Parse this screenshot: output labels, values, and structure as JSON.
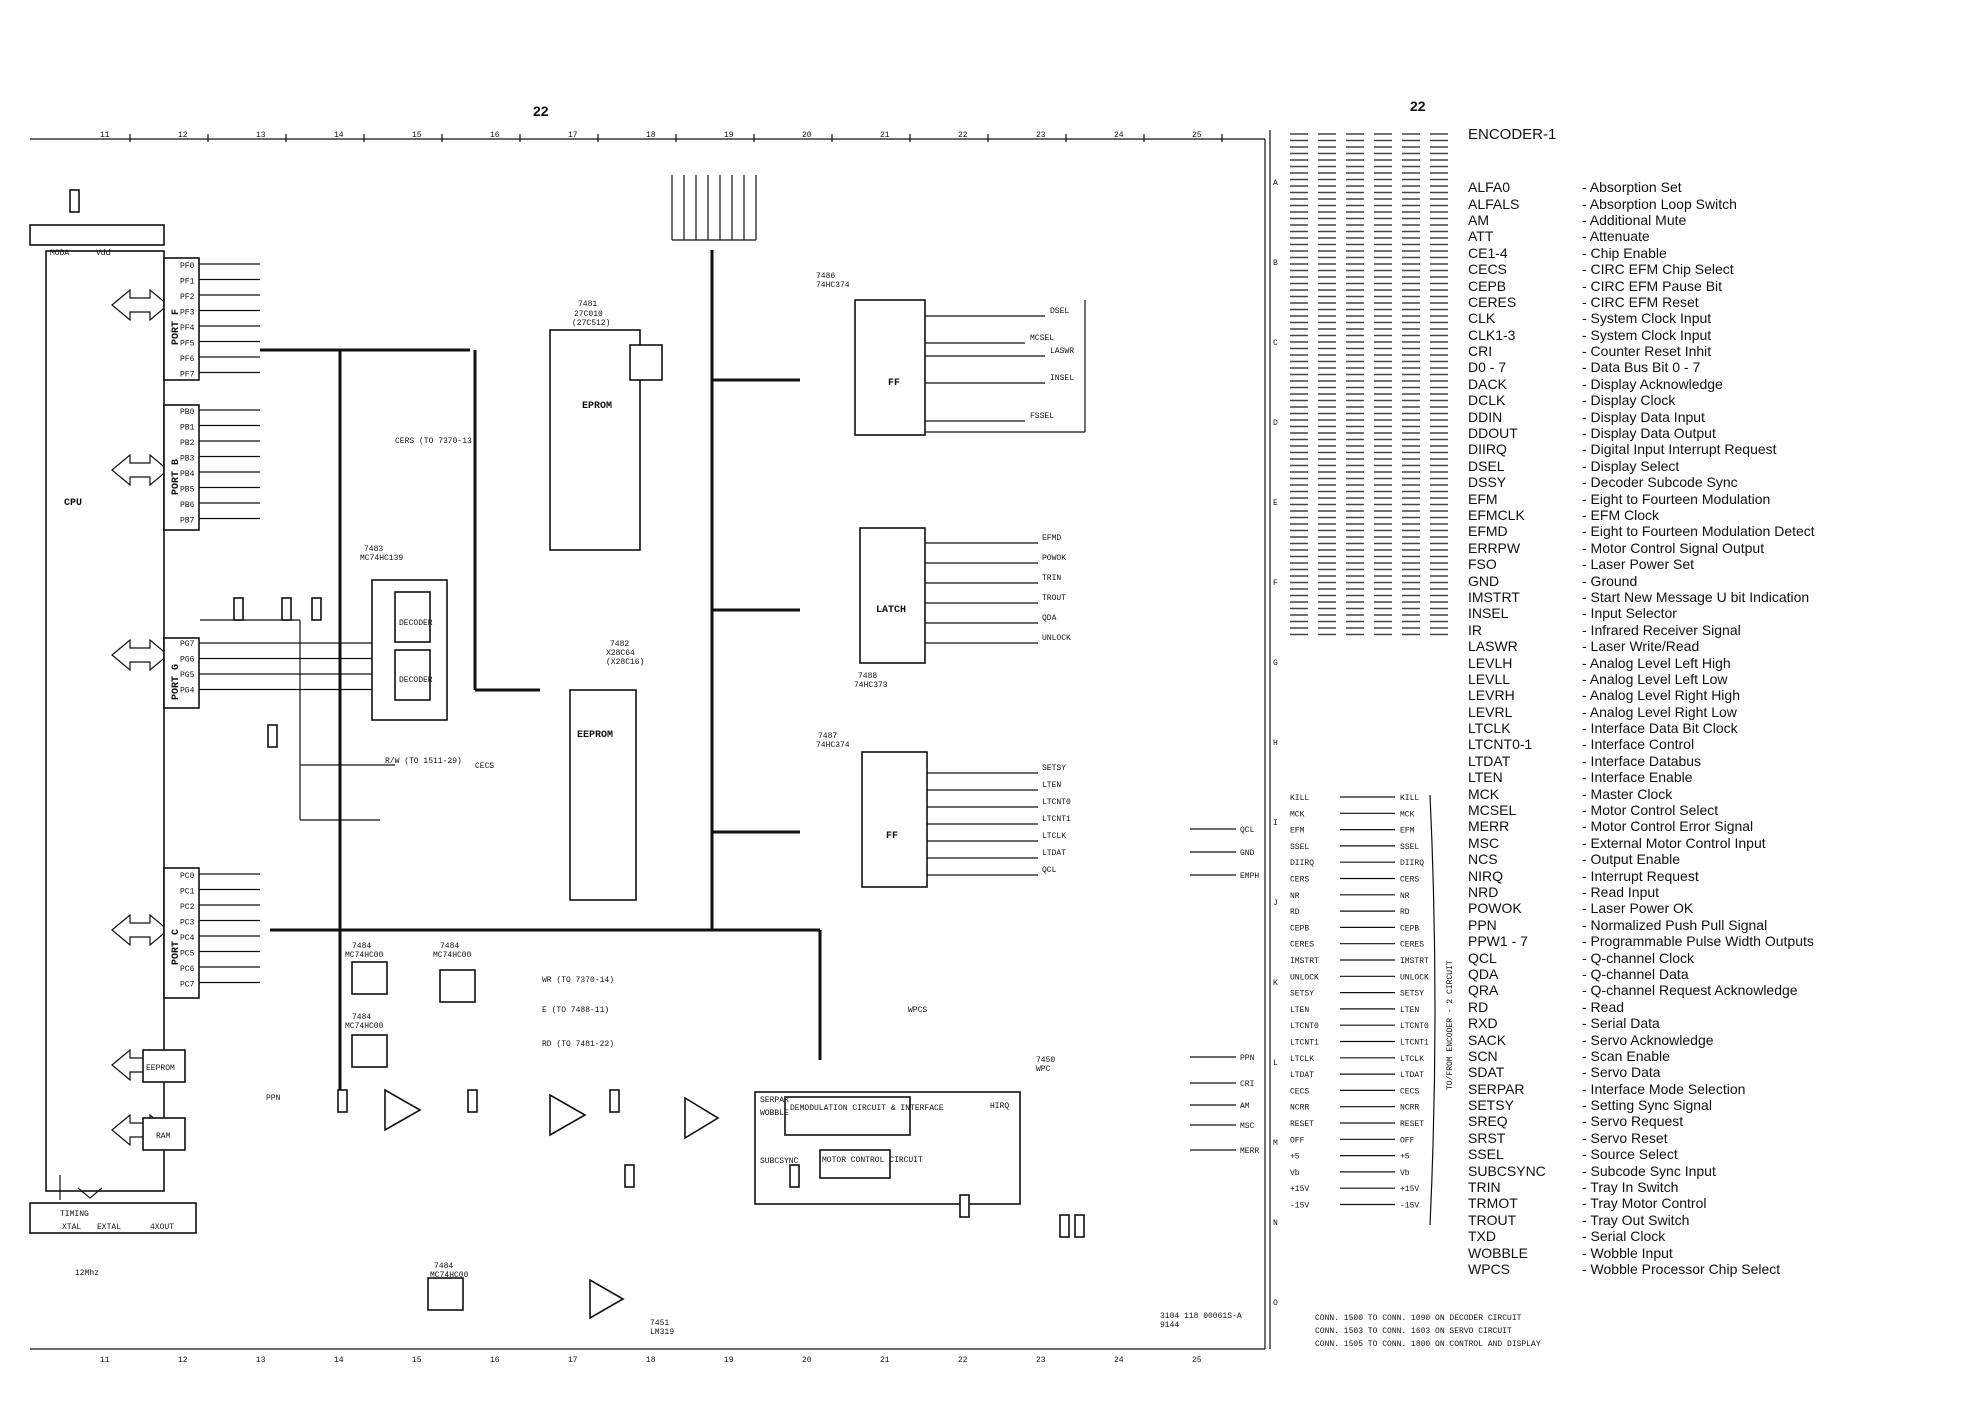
{
  "sheet": {
    "page_number_left": "22",
    "page_number_right": "22",
    "grid_columns": [
      "11",
      "12",
      "13",
      "14",
      "15",
      "16",
      "17",
      "18",
      "19",
      "20",
      "21",
      "22",
      "23",
      "24",
      "25"
    ],
    "grid_rows": [
      "A",
      "B",
      "C",
      "D",
      "E",
      "F",
      "G",
      "H",
      "I",
      "J",
      "K",
      "L",
      "M",
      "N",
      "O"
    ],
    "drawing_number": "3104 118 00061S-A",
    "drawing_sub": "9144",
    "notes": [
      "CONN. 1500 TO CONN. 1090 ON DECODER CIRCUIT",
      "CONN. 1503 TO CONN. 1603 ON SERVO CIRCUIT",
      "CONN. 1505 TO CONN. 1800 ON CONTROL AND DISPLAY"
    ]
  },
  "cpu": {
    "label": "CPU",
    "ports": [
      "PORT F",
      "PORT B",
      "PORT G",
      "PORT C"
    ],
    "port_f_pins": [
      "PF0",
      "PF1",
      "PF2",
      "PF3",
      "PF4",
      "PF5",
      "PF6",
      "PF7"
    ],
    "port_b_pins": [
      "PB0",
      "PB1",
      "PB2",
      "PB3",
      "PB4",
      "PB5",
      "PB6",
      "PB7"
    ],
    "port_g_pins": [
      "PG7",
      "PG6",
      "PG5",
      "PG4"
    ],
    "port_c_pins": [
      "PC0",
      "PC1",
      "PC2",
      "PC3",
      "PC4",
      "PC5",
      "PC6",
      "PC7"
    ],
    "blocks": [
      "EEPROM",
      "RAM",
      "TIMING"
    ],
    "timing_pins": [
      "XTAL",
      "EXTAL",
      "4XOUT"
    ],
    "top_pins": [
      "MODA",
      "Vdd"
    ],
    "crystal": "12Mhz"
  },
  "chips": {
    "eprom": {
      "ref": "7481",
      "part": "27C010",
      "alt": "(27C512)",
      "label": "EPROM"
    },
    "eeprom": {
      "ref": "7482",
      "part": "X28C64",
      "alt": "(X28C16)",
      "label": "EEPROM"
    },
    "decoder": {
      "ref": "7483",
      "part": "MC74HC139",
      "label": "DECODER"
    },
    "ff_top": {
      "ref": "7486",
      "part": "74HC374",
      "label": "FF"
    },
    "latch": {
      "ref": "7488",
      "part": "74HC373",
      "label": "LATCH"
    },
    "ff_bottom": {
      "ref": "7487",
      "part": "74HC374",
      "label": "FF"
    },
    "nand": {
      "ref": "7484",
      "part": "MC74HC00"
    },
    "lm": {
      "ref": "7451",
      "part": "LM319"
    },
    "demod": {
      "label": "DEMODULATION CIRCUIT & INTERFACE"
    },
    "motor": {
      "label": "MOTOR CONTROL CIRCUIT"
    },
    "wpc": {
      "ref": "7450",
      "part": "WPC"
    }
  },
  "signals": {
    "ff_top_out": [
      "DSEL",
      "LASWR",
      "INSEL",
      "FSSEL",
      "MCSEL"
    ],
    "latch_out": [
      "EFMD",
      "POWOK",
      "TRIN",
      "TROUT",
      "QDA",
      "UNLOCK"
    ],
    "ff_bottom_out": [
      "SETSY",
      "LTEN",
      "LTCNT0",
      "LTCNT1",
      "LTCLK",
      "LTDAT",
      "QCL"
    ],
    "right_connectors": [
      "QCL",
      "GND",
      "EMPH",
      "PPN",
      "CRI",
      "AM",
      "MSC",
      "MERR"
    ],
    "bus_list": [
      "KILL",
      "MCK",
      "EFM",
      "SSEL",
      "DIIRQ",
      "CERS",
      "NR",
      "RD",
      "CEPB",
      "CERES",
      "IMSTRT",
      "UNLOCK",
      "SETSY",
      "LTEN",
      "LTCNT0",
      "LTCNT1",
      "LTCLK",
      "LTDAT",
      "CECS",
      "NCRR",
      "RESET",
      "OFF",
      "+5",
      "Vb",
      "+15V",
      "-15V"
    ],
    "misc": [
      "WR (TO 7370-14)",
      "E (TO 7488-11)",
      "RD (TO 7481-22)",
      "R/W (TO 1511-29)",
      "CERS (TO 7370-13)",
      "HIRQ",
      "SERPAR",
      "WOBBLE",
      "SUBCSYNC",
      "PPN",
      "CECS",
      "WPCS"
    ]
  },
  "legend": {
    "title": "ENCODER-1",
    "items": [
      {
        "abbr": "ALFA0",
        "desc": "- Absorption Set"
      },
      {
        "abbr": "ALFALS",
        "desc": "- Absorption Loop Switch"
      },
      {
        "abbr": "AM",
        "desc": "- Additional Mute"
      },
      {
        "abbr": "ATT",
        "desc": "- Attenuate"
      },
      {
        "abbr": "CE1-4",
        "desc": "- Chip Enable"
      },
      {
        "abbr": "CECS",
        "desc": "- CIRC EFM Chip Select"
      },
      {
        "abbr": "CEPB",
        "desc": "- CIRC EFM Pause Bit"
      },
      {
        "abbr": "CERES",
        "desc": "- CIRC EFM Reset"
      },
      {
        "abbr": "CLK",
        "desc": "- System Clock Input"
      },
      {
        "abbr": "CLK1-3",
        "desc": "- System Clock Input"
      },
      {
        "abbr": "CRI",
        "desc": "- Counter Reset Inhit"
      },
      {
        "abbr": "D0 - 7",
        "desc": "- Data Bus Bit 0 - 7"
      },
      {
        "abbr": "DACK",
        "desc": "- Display Acknowledge"
      },
      {
        "abbr": "DCLK",
        "desc": "- Display Clock"
      },
      {
        "abbr": "DDIN",
        "desc": "- Display Data Input"
      },
      {
        "abbr": "DDOUT",
        "desc": "- Display Data Output"
      },
      {
        "abbr": "DIIRQ",
        "desc": "- Digital Input Interrupt Request"
      },
      {
        "abbr": "DSEL",
        "desc": "- Display Select"
      },
      {
        "abbr": "DSSY",
        "desc": "- Decoder Subcode Sync"
      },
      {
        "abbr": "EFM",
        "desc": "- Eight to Fourteen Modulation"
      },
      {
        "abbr": "EFMCLK",
        "desc": "- EFM Clock"
      },
      {
        "abbr": "EFMD",
        "desc": "- Eight to Fourteen Modulation Detect"
      },
      {
        "abbr": "ERRPW",
        "desc": "- Motor Control Signal Output"
      },
      {
        "abbr": "FSO",
        "desc": "- Laser Power Set"
      },
      {
        "abbr": "GND",
        "desc": "- Ground"
      },
      {
        "abbr": "IMSTRT",
        "desc": "- Start New Message U bit Indication"
      },
      {
        "abbr": "INSEL",
        "desc": "- Input Selector"
      },
      {
        "abbr": "IR",
        "desc": "- Infrared Receiver Signal"
      },
      {
        "abbr": "LASWR",
        "desc": "- Laser Write/Read"
      },
      {
        "abbr": "LEVLH",
        "desc": "- Analog Level Left High"
      },
      {
        "abbr": "LEVLL",
        "desc": "- Analog Level Left Low"
      },
      {
        "abbr": "LEVRH",
        "desc": "- Analog Level Right High"
      },
      {
        "abbr": "LEVRL",
        "desc": "- Analog Level Right Low"
      },
      {
        "abbr": "LTCLK",
        "desc": "- Interface Data Bit Clock"
      },
      {
        "abbr": "LTCNT0-1",
        "desc": "- Interface Control"
      },
      {
        "abbr": "LTDAT",
        "desc": "- Interface Databus"
      },
      {
        "abbr": "LTEN",
        "desc": "- Interface Enable"
      },
      {
        "abbr": "MCK",
        "desc": "- Master Clock"
      },
      {
        "abbr": "MCSEL",
        "desc": "- Motor Control Select"
      },
      {
        "abbr": "MERR",
        "desc": "- Motor Control Error Signal"
      },
      {
        "abbr": "MSC",
        "desc": "- External Motor Control Input"
      },
      {
        "abbr": "NCS",
        "desc": "- Output Enable"
      },
      {
        "abbr": "NIRQ",
        "desc": "- Interrupt Request"
      },
      {
        "abbr": "NRD",
        "desc": "- Read Input"
      },
      {
        "abbr": "POWOK",
        "desc": "- Laser Power OK"
      },
      {
        "abbr": "PPN",
        "desc": "- Normalized Push Pull Signal"
      },
      {
        "abbr": "PPW1 - 7",
        "desc": "- Programmable Pulse Width Outputs"
      },
      {
        "abbr": "QCL",
        "desc": "- Q-channel Clock"
      },
      {
        "abbr": "QDA",
        "desc": "- Q-channel Data"
      },
      {
        "abbr": "QRA",
        "desc": "- Q-channel Request Acknowledge"
      },
      {
        "abbr": "RD",
        "desc": "- Read"
      },
      {
        "abbr": "RXD",
        "desc": "- Serial Data"
      },
      {
        "abbr": "SACK",
        "desc": "- Servo Acknowledge"
      },
      {
        "abbr": "SCN",
        "desc": "- Scan Enable"
      },
      {
        "abbr": "SDAT",
        "desc": "- Servo Data"
      },
      {
        "abbr": "SERPAR",
        "desc": "- Interface Mode Selection"
      },
      {
        "abbr": "SETSY",
        "desc": "- Setting Sync Signal"
      },
      {
        "abbr": "SREQ",
        "desc": "- Servo Request"
      },
      {
        "abbr": "SRST",
        "desc": "- Servo Reset"
      },
      {
        "abbr": "SSEL",
        "desc": "- Source Select"
      },
      {
        "abbr": "SUBCSYNC",
        "desc": "- Subcode Sync Input"
      },
      {
        "abbr": "TRIN",
        "desc": "- Tray In Switch"
      },
      {
        "abbr": "TRMOT",
        "desc": "- Tray Motor Control"
      },
      {
        "abbr": "TROUT",
        "desc": "- Tray Out Switch"
      },
      {
        "abbr": "TXD",
        "desc": "- Serial Clock"
      },
      {
        "abbr": "WOBBLE",
        "desc": "- Wobble Input"
      },
      {
        "abbr": "WPCS",
        "desc": "- Wobble Processor Chip Select"
      }
    ]
  },
  "side_title": "TO/FROM ENCODER - 2 CIRCUIT"
}
